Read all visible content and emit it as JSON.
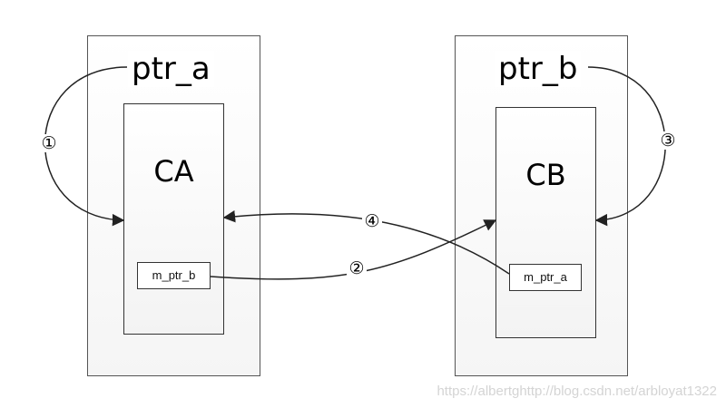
{
  "left": {
    "pointer_label": "ptr_a",
    "class_label": "CA",
    "member_label": "m_ptr_b"
  },
  "right": {
    "pointer_label": "ptr_b",
    "class_label": "CB",
    "member_label": "m_ptr_a"
  },
  "steps": [
    "①",
    "②",
    "③",
    "④"
  ],
  "watermark": "https://albertghttp://blog.csdn.net/arbloyat1322"
}
